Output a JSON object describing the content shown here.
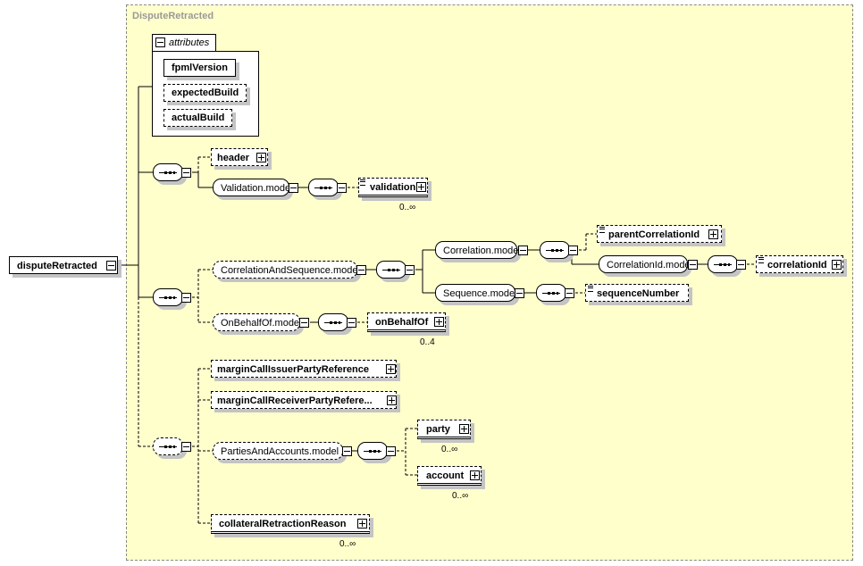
{
  "diagram": {
    "container_title": "DisputeRetracted",
    "root": {
      "label": "disputeRetracted"
    },
    "attributes": {
      "tab_label": "attributes",
      "items": [
        {
          "label": "fpmlVersion",
          "optional": false
        },
        {
          "label": "expectedBuild",
          "optional": true
        },
        {
          "label": "actualBuild",
          "optional": true
        }
      ]
    },
    "elements": {
      "header": {
        "label": "header"
      },
      "validation_model": {
        "label": "Validation.model"
      },
      "validation": {
        "label": "validation",
        "occurs": "0..∞"
      },
      "correlation_and_sequence_model": {
        "label": "CorrelationAndSequence.model"
      },
      "correlation_model": {
        "label": "Correlation.model"
      },
      "parent_correlation_id": {
        "label": "parentCorrelationId"
      },
      "correlation_id_model": {
        "label": "CorrelationId.model"
      },
      "correlation_id": {
        "label": "correlationId"
      },
      "sequence_model": {
        "label": "Sequence.model"
      },
      "sequence_number": {
        "label": "sequenceNumber"
      },
      "on_behalf_of_model": {
        "label": "OnBehalfOf.model"
      },
      "on_behalf_of": {
        "label": "onBehalfOf",
        "occurs": "0..4"
      },
      "margin_call_issuer_party_reference": {
        "label": "marginCallIssuerPartyReference"
      },
      "margin_call_receiver_party_reference": {
        "label": "marginCallReceiverPartyRefere..."
      },
      "parties_and_accounts_model": {
        "label": "PartiesAndAccounts.model"
      },
      "party": {
        "label": "party",
        "occurs": "0..∞"
      },
      "account": {
        "label": "account",
        "occurs": "0..∞"
      },
      "collateral_retraction_reason": {
        "label": "collateralRetractionReason",
        "occurs": "0..∞"
      }
    }
  }
}
